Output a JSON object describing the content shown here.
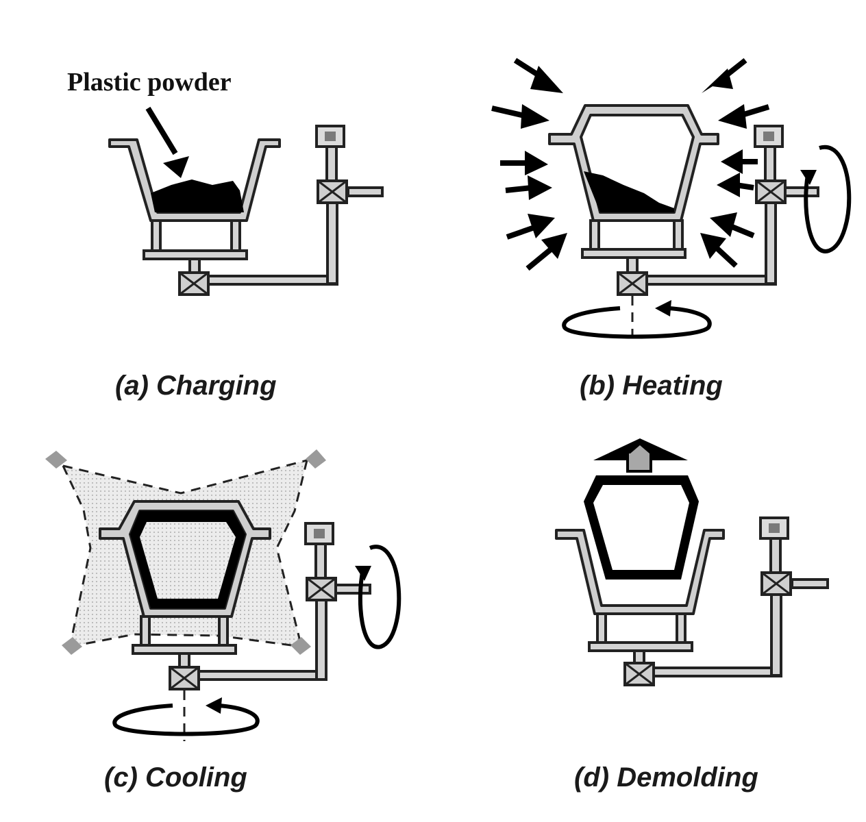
{
  "colors": {
    "ink": "#000000",
    "mold_wall": "#cfcfcf",
    "pipe": "#d4d4d4",
    "cooling_fill": "#ececec",
    "cooling_nozzle": "#9a9a9a",
    "lift_arrow_core": "#a8a8a8"
  },
  "annotation": {
    "powder_label": "Plastic powder"
  },
  "panels": [
    {
      "id": "a",
      "caption": "(a) Charging"
    },
    {
      "id": "b",
      "caption": "(b) Heating"
    },
    {
      "id": "c",
      "caption": "(c) Cooling"
    },
    {
      "id": "d",
      "caption": "(d) Demolding"
    }
  ]
}
